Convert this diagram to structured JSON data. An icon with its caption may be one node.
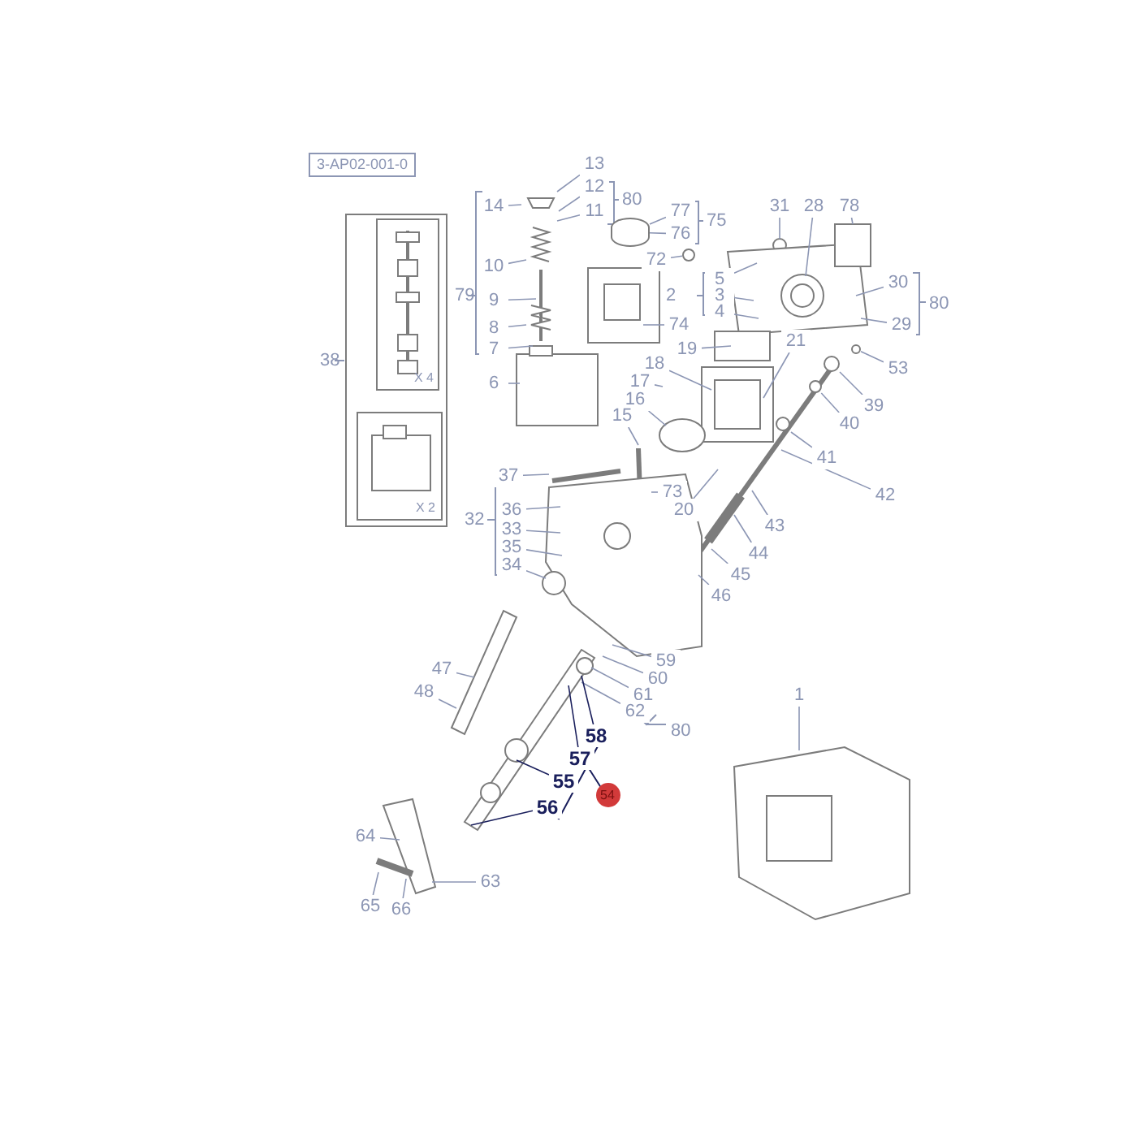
{
  "diagram": {
    "nodes": [
      {
        "text": [
          "14"
        ]
      },
      {
        "text": [
          "13"
        ]
      },
      {
        "text": [
          "12"
        ]
      },
      {
        "text": [
          "11"
        ]
      },
      {
        "text": [
          "10"
        ]
      },
      {
        "text": [
          "9"
        ]
      },
      {
        "text": [
          "8"
        ]
      },
      {
        "text": [
          "7"
        ]
      },
      {
        "text": [
          "6"
        ]
      },
      {
        "text": [
          "77"
        ]
      },
      {
        "text": [
          "76"
        ]
      },
      {
        "text": [
          "72"
        ]
      },
      {
        "text": [
          "31"
        ]
      },
      {
        "text": [
          "28"
        ]
      },
      {
        "text": [
          "78"
        ]
      },
      {
        "text": [
          "5"
        ]
      },
      {
        "text": [
          "3"
        ]
      },
      {
        "text": [
          "4"
        ]
      },
      {
        "text": [
          "74"
        ]
      },
      {
        "text": [
          "30"
        ]
      },
      {
        "text": [
          "29"
        ]
      },
      {
        "text": [
          "53"
        ]
      },
      {
        "text": [
          "19"
        ]
      },
      {
        "text": [
          "21"
        ]
      },
      {
        "text": [
          "18"
        ]
      },
      {
        "text": [
          "17"
        ]
      },
      {
        "text": [
          "16"
        ]
      },
      {
        "text": [
          "15"
        ]
      },
      {
        "text": [
          "39"
        ]
      },
      {
        "text": [
          "40"
        ]
      },
      {
        "text": [
          "41"
        ]
      },
      {
        "text": [
          "73"
        ]
      },
      {
        "text": [
          "20"
        ]
      },
      {
        "text": [
          "42"
        ]
      },
      {
        "text": [
          "43"
        ]
      },
      {
        "text": [
          "44"
        ]
      },
      {
        "text": [
          "45"
        ]
      },
      {
        "text": [
          "46"
        ]
      },
      {
        "text": [
          "37"
        ]
      },
      {
        "text": [
          "36"
        ]
      },
      {
        "text": [
          "33"
        ]
      },
      {
        "text": [
          "35"
        ]
      },
      {
        "text": [
          "34"
        ]
      },
      {
        "text": [
          "47"
        ]
      },
      {
        "text": [
          "48"
        ]
      },
      {
        "text": [
          "59"
        ]
      },
      {
        "text": [
          "60"
        ]
      },
      {
        "text": [
          "61"
        ]
      },
      {
        "text": [
          "62"
        ]
      },
      {
        "text": [
          "58"
        ]
      },
      {
        "text": [
          "57"
        ]
      },
      {
        "text": [
          "55"
        ]
      },
      {
        "text": [
          "56"
        ]
      },
      {
        "text": [
          "64"
        ]
      },
      {
        "text": [
          "63"
        ]
      },
      {
        "text": [
          "65"
        ]
      },
      {
        "text": [
          "66"
        ]
      },
      {
        "text": [
          "1"
        ]
      },
      {
        "text": [
          "54"
        ]
      },
      {
        "text": [],
        "shape": "cylinder"
      },
      {
        "text": [],
        "shape": "circle"
      },
      {
        "text": [],
        "shape": "circle"
      },
      {
        "text": [],
        "shape": "circle"
      },
      {
        "text": [],
        "shape": "circle"
      }
    ],
    "edges": [
      {
        "from": 0,
        "to": null,
        "arrow": "none"
      },
      {
        "from": 1,
        "to": null,
        "arrow": "none"
      },
      {
        "from": 2,
        "to": null,
        "arrow": "none"
      },
      {
        "from": 3,
        "to": null,
        "arrow": "none"
      },
      {
        "from": 4,
        "to": null,
        "arrow": "none"
      },
      {
        "from": 5,
        "to": null,
        "arrow": "none"
      },
      {
        "from": 6,
        "to": null,
        "arrow": "none"
      },
      {
        "from": 7,
        "to": null,
        "arrow": "none"
      },
      {
        "from": 8,
        "to": null,
        "arrow": "none"
      },
      {
        "from": 9,
        "to": 59,
        "arrow": "none"
      },
      {
        "from": 10,
        "to": 59,
        "arrow": "none"
      },
      {
        "from": 11,
        "to": 60,
        "arrow": "none"
      },
      {
        "from": 12,
        "to": null,
        "arrow": "none"
      },
      {
        "from": 13,
        "to": null,
        "arrow": "none"
      },
      {
        "from": 14,
        "to": null,
        "arrow": "none"
      },
      {
        "from": 15,
        "to": null,
        "arrow": "none"
      },
      {
        "from": 16,
        "to": null,
        "arrow": "none"
      },
      {
        "from": 17,
        "to": null,
        "arrow": "none"
      },
      {
        "from": 18,
        "to": null,
        "arrow": "none"
      },
      {
        "from": 19,
        "to": null,
        "arrow": "none"
      },
      {
        "from": 20,
        "to": null,
        "arrow": "none"
      },
      {
        "from": 21,
        "to": 62,
        "arrow": "none"
      },
      {
        "from": 22,
        "to": null,
        "arrow": "none"
      },
      {
        "from": 23,
        "to": null,
        "arrow": "none"
      },
      {
        "from": 24,
        "to": null,
        "arrow": "none"
      },
      {
        "from": 25,
        "to": null,
        "arrow": "none"
      },
      {
        "from": 26,
        "to": null,
        "arrow": "none"
      },
      {
        "from": 27,
        "to": null,
        "arrow": "none"
      },
      {
        "from": 28,
        "to": 61,
        "arrow": "none"
      },
      {
        "from": 29,
        "to": 63,
        "arrow": "none"
      },
      {
        "from": 30,
        "to": null,
        "arrow": "none"
      },
      {
        "from": 31,
        "to": null,
        "arrow": "none"
      },
      {
        "from": 32,
        "to": null,
        "arrow": "none"
      },
      {
        "from": 33,
        "to": null,
        "arrow": "none"
      },
      {
        "from": 34,
        "to": null,
        "arrow": "none"
      },
      {
        "from": 35,
        "to": null,
        "arrow": "none"
      },
      {
        "from": 36,
        "to": null,
        "arrow": "none"
      },
      {
        "from": 37,
        "to": null,
        "arrow": "none"
      },
      {
        "from": 38,
        "to": null,
        "arrow": "none"
      },
      {
        "from": 39,
        "to": null,
        "arrow": "none"
      },
      {
        "from": 40,
        "to": null,
        "arrow": "none"
      },
      {
        "from": 41,
        "to": null,
        "arrow": "none"
      },
      {
        "from": 42,
        "to": null,
        "arrow": "none"
      },
      {
        "from": 43,
        "to": null,
        "arrow": "none"
      },
      {
        "from": 44,
        "to": null,
        "arrow": "none"
      },
      {
        "from": 45,
        "to": null,
        "arrow": "none"
      },
      {
        "from": 46,
        "to": null,
        "arrow": "none"
      },
      {
        "from": 47,
        "to": null,
        "arrow": "none"
      },
      {
        "from": 48,
        "to": null,
        "arrow": "none"
      },
      {
        "from": 49,
        "to": null,
        "arrow": "none",
        "color": "#1a1f5c"
      },
      {
        "from": 50,
        "to": null,
        "arrow": "none",
        "color": "#1a1f5c"
      },
      {
        "from": 51,
        "to": null,
        "arrow": "none",
        "color": "#1a1f5c"
      },
      {
        "from": 52,
        "to": null,
        "arrow": "none",
        "color": "#1a1f5c"
      },
      {
        "from": 53,
        "to": null,
        "arrow": "none"
      },
      {
        "from": 54,
        "to": null,
        "arrow": "none"
      },
      {
        "from": 55,
        "to": null,
        "arrow": "none"
      },
      {
        "from": 56,
        "to": null,
        "arrow": "none"
      },
      {
        "from": 57,
        "to": null,
        "arrow": "none"
      }
    ],
    "labels": [
      "3-AP02-001-0",
      "79",
      "80",
      "75",
      "2",
      "80",
      "38",
      "X 4",
      "X 2",
      "32",
      "80"
    ]
  }
}
